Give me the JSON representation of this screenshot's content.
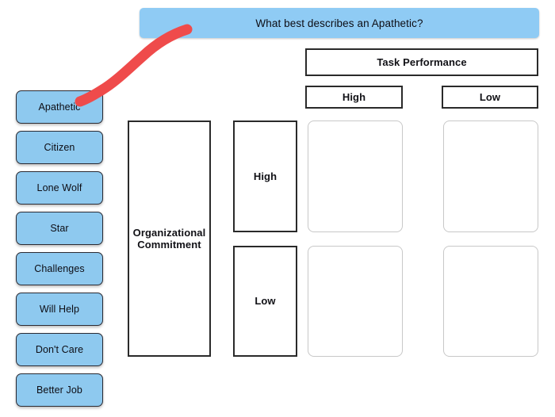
{
  "banner": {
    "question": "What best describes an Apathetic?"
  },
  "sidebar": {
    "items": [
      {
        "label": "Apathetic"
      },
      {
        "label": "Citizen"
      },
      {
        "label": "Lone Wolf"
      },
      {
        "label": "Star"
      },
      {
        "label": "Challenges"
      },
      {
        "label": "Will Help"
      },
      {
        "label": "Don't Care"
      },
      {
        "label": "Better Job"
      }
    ]
  },
  "matrix": {
    "column_group_label": "Task Performance",
    "column_headers": [
      "High",
      "Low"
    ],
    "row_group_label": "Organizational\nCommitment",
    "row_group_label_line1": "Organizational",
    "row_group_label_line2": "Commitment",
    "row_headers": [
      "High",
      "Low"
    ],
    "cells": [
      {
        "row": "High",
        "column": "High",
        "content": ""
      },
      {
        "row": "High",
        "column": "Low",
        "content": ""
      },
      {
        "row": "Low",
        "column": "High",
        "content": ""
      },
      {
        "row": "Low",
        "column": "Low",
        "content": ""
      }
    ]
  },
  "annotation": {
    "stroke_color": "#ef4b4b",
    "description": "red hand-drawn arrow stroke from Apathetic button to question banner"
  },
  "colors": {
    "button_fill": "#8ec9ef",
    "banner_fill": "#8fcbf4",
    "border_dark": "#2a2a2a",
    "cell_border": "#c8c8c8",
    "background": "#ffffff",
    "text": "#0d0d14"
  }
}
